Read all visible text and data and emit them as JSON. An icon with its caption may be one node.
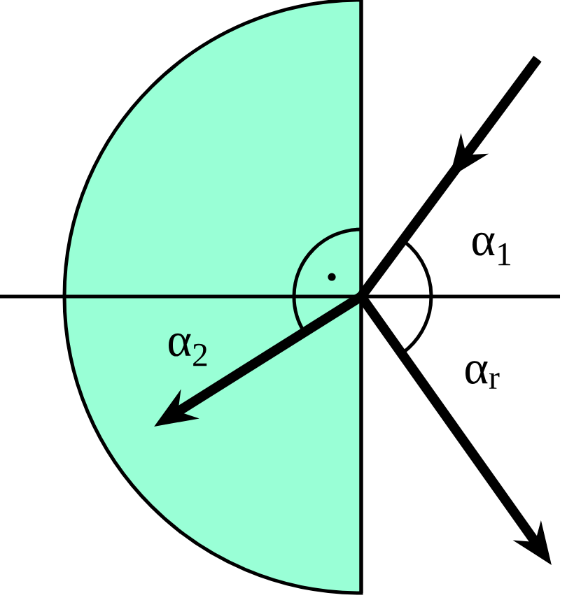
{
  "diagram": {
    "labels": [
      "α$_{1}$",
      "α$_{2}$",
      "α$_{r}$"
    ]
  }
}
